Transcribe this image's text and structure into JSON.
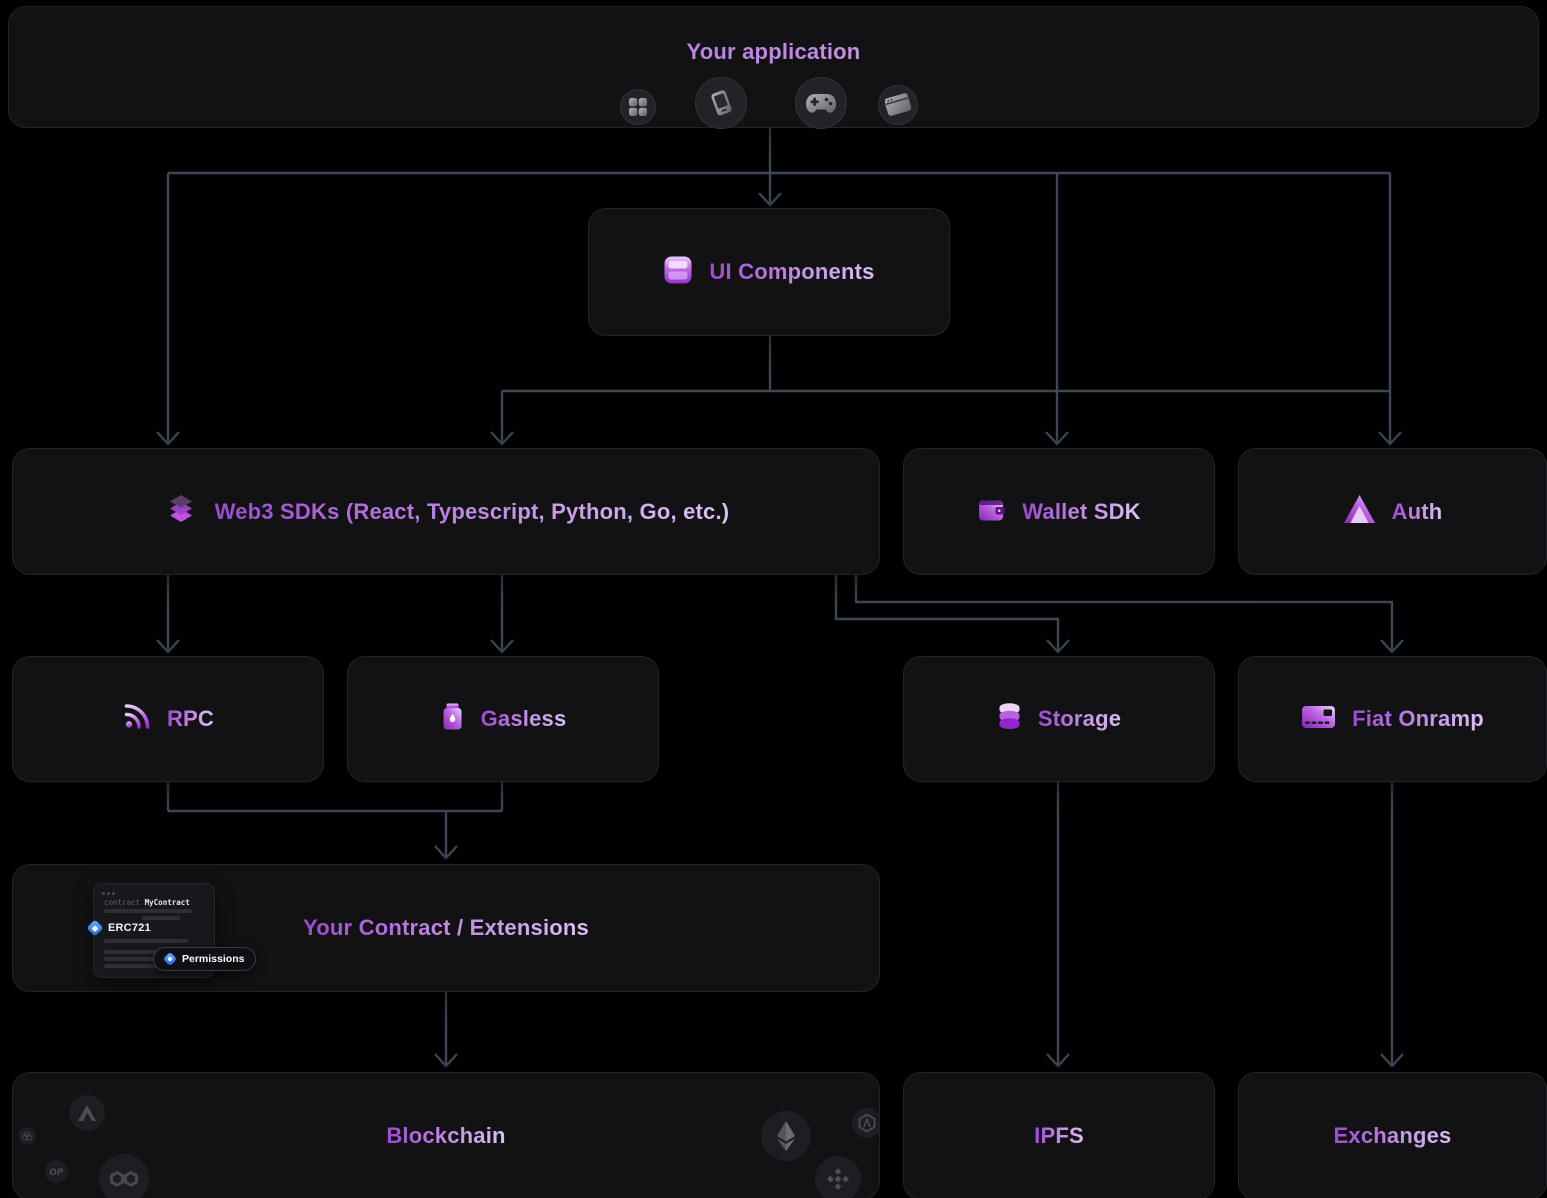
{
  "app": {
    "title": "Your application",
    "platform_icons": [
      "apps-grid-icon",
      "smartphone-icon",
      "gamepad-icon",
      "browser-window-icon"
    ]
  },
  "nodes": {
    "ui_components": {
      "label": "UI Components",
      "icon": "ui-components-icon"
    },
    "web3_sdks": {
      "label": "Web3 SDKs (React, Typescript, Python, Go, etc.)",
      "icon": "layers-stack-icon"
    },
    "wallet_sdk": {
      "label": "Wallet SDK",
      "icon": "wallet-icon"
    },
    "auth": {
      "label": "Auth",
      "icon": "auth-triangle-icon"
    },
    "rpc": {
      "label": "RPC",
      "icon": "rpc-signal-icon"
    },
    "gasless": {
      "label": "Gasless",
      "icon": "gas-canister-icon"
    },
    "storage": {
      "label": "Storage",
      "icon": "database-icon"
    },
    "fiat_onramp": {
      "label": "Fiat Onramp",
      "icon": "credit-card-icon"
    },
    "your_contract": {
      "label": "Your Contract / Extensions"
    },
    "blockchain": {
      "label": "Blockchain"
    },
    "ipfs": {
      "label": "IPFS"
    },
    "exchanges": {
      "label": "Exchanges"
    }
  },
  "contract_preview": {
    "code_keyword": "contract",
    "code_name": "MyContract",
    "erc_badge_label": "ERC721",
    "permissions_badge_label": "Permissions"
  },
  "blockchain_logos": {
    "items": [
      "avalanche-icon",
      "flower-chain-icon",
      "optimism-icon",
      "polygon-icon",
      "ethereum-icon",
      "arbitrum-icon",
      "binance-icon"
    ],
    "optimism_label": "OP"
  },
  "colors": {
    "background": "#000000",
    "box_fill": "#121215",
    "box_border": "#232329",
    "connector": "#3e4756",
    "label_gradient_start": "#9c49d0",
    "label_gradient_end": "#dcc0f4",
    "badge_blue": "#1f5fe0"
  }
}
